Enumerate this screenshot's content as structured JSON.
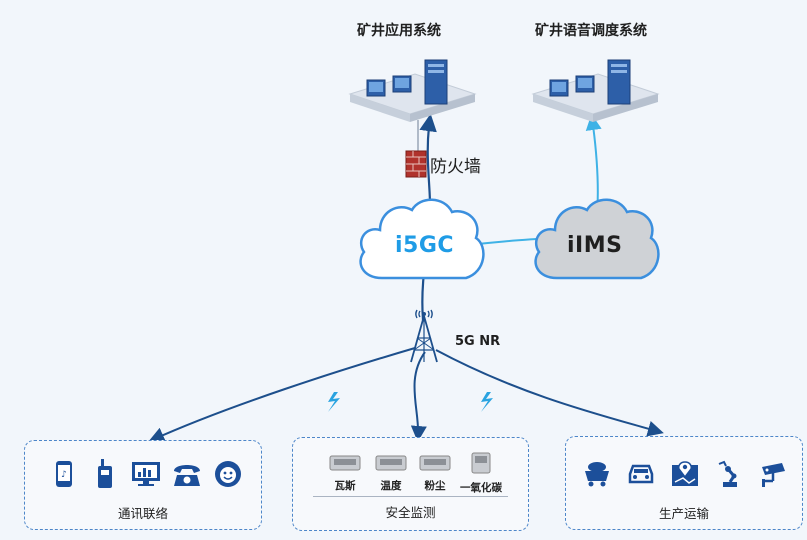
{
  "top": {
    "app_system_title": "矿井应用系统",
    "voice_system_title": "矿井语音调度系统",
    "firewall_label": "防火墙"
  },
  "core": {
    "i5gc_label": "i5GC",
    "iims_label": "iIMS",
    "nr_label": "5G NR"
  },
  "groups": {
    "comm": {
      "title": "通讯联络",
      "icons": [
        "phone-icon",
        "walkie-talkie-icon",
        "monitor-chart-icon",
        "telephone-icon",
        "smiley-face-icon"
      ]
    },
    "safety": {
      "title": "安全监测",
      "sensors": [
        "瓦斯",
        "温度",
        "粉尘",
        "一氧化碳"
      ]
    },
    "transport": {
      "title": "生产运输",
      "icons": [
        "mine-cart-icon",
        "vehicle-icon",
        "map-pin-icon",
        "robot-arm-icon",
        "camera-icon"
      ]
    }
  },
  "colors": {
    "dark_link": "#1d4f8c",
    "light_link": "#3fb2e6",
    "i5gc_text": "#1f9ce6",
    "iims_text": "#1f1f1f",
    "dashed_border": "#4d86c9",
    "icon_blue": "#1c4f9a"
  }
}
